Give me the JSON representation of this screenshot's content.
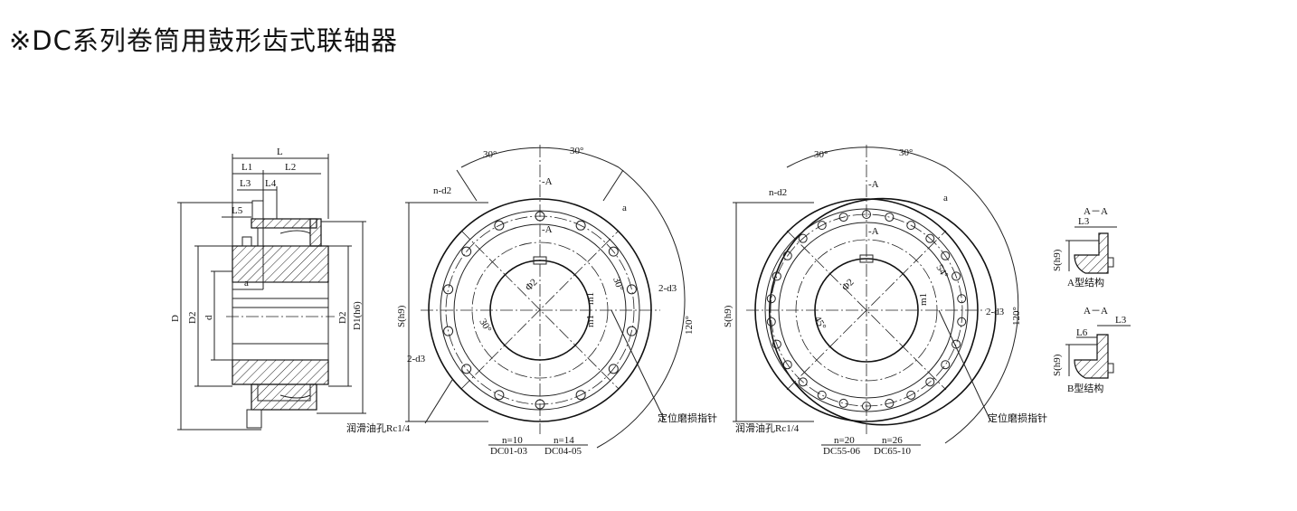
{
  "title": "※DC系列卷筒用鼓形齿式联轴器",
  "section_view": {
    "labels": {
      "L": "L",
      "L1": "L1",
      "L2": "L2",
      "L3": "L3",
      "L4": "L4",
      "L5": "L5",
      "a": "a",
      "D": "D",
      "D2_left": "D2",
      "d": "d",
      "D2_right": "D2",
      "D1": "D1(h6)"
    }
  },
  "end_view_1": {
    "angle_left": "30°",
    "angle_right": "30°",
    "n_d2": "n-d2",
    "section_a_top": "-A",
    "section_a_mid": "-A",
    "a": "a",
    "s_h9": "S(h9)",
    "phi2": "Φ2",
    "m1": "m1",
    "m1_b": "m1",
    "angle_30_right": "30°",
    "d3_right": "2-d3",
    "angle_120": "120°",
    "angle_30_left": "30°",
    "d3_left": "2-d3",
    "oil_hole": "润滑油孔Rc1/4",
    "wear_pointer": "定位磨损指针",
    "variants": [
      {
        "n": "n=10",
        "model": "DC01-03"
      },
      {
        "n": "n=14",
        "model": "DC04-05"
      }
    ]
  },
  "end_view_2": {
    "angle_left": "30°",
    "angle_right": "30°",
    "n_d2": "n-d2",
    "section_a_top": "-A",
    "section_a_mid": "-A",
    "a": "a",
    "s_h9": "S(h9)",
    "phi2": "Φ2",
    "m1": "m1",
    "angle_54": "54°",
    "d3_right": "2-d3",
    "angle_120": "120°",
    "angle_45": "45°",
    "oil_hole": "润滑油孔Rc1/4",
    "wear_pointer": "定位磨损指针",
    "variants": [
      {
        "n": "n=20",
        "model": "DC55-06"
      },
      {
        "n": "n=26",
        "model": "DC65-10"
      }
    ]
  },
  "detail_a": {
    "section": "A－A",
    "L3": "L3",
    "s_h9": "S(h9)",
    "caption": "A型结构"
  },
  "detail_b": {
    "section": "A－A",
    "L3": "L3",
    "L6": "L6",
    "s_h9": "S(h9)",
    "caption": "B型结构"
  }
}
